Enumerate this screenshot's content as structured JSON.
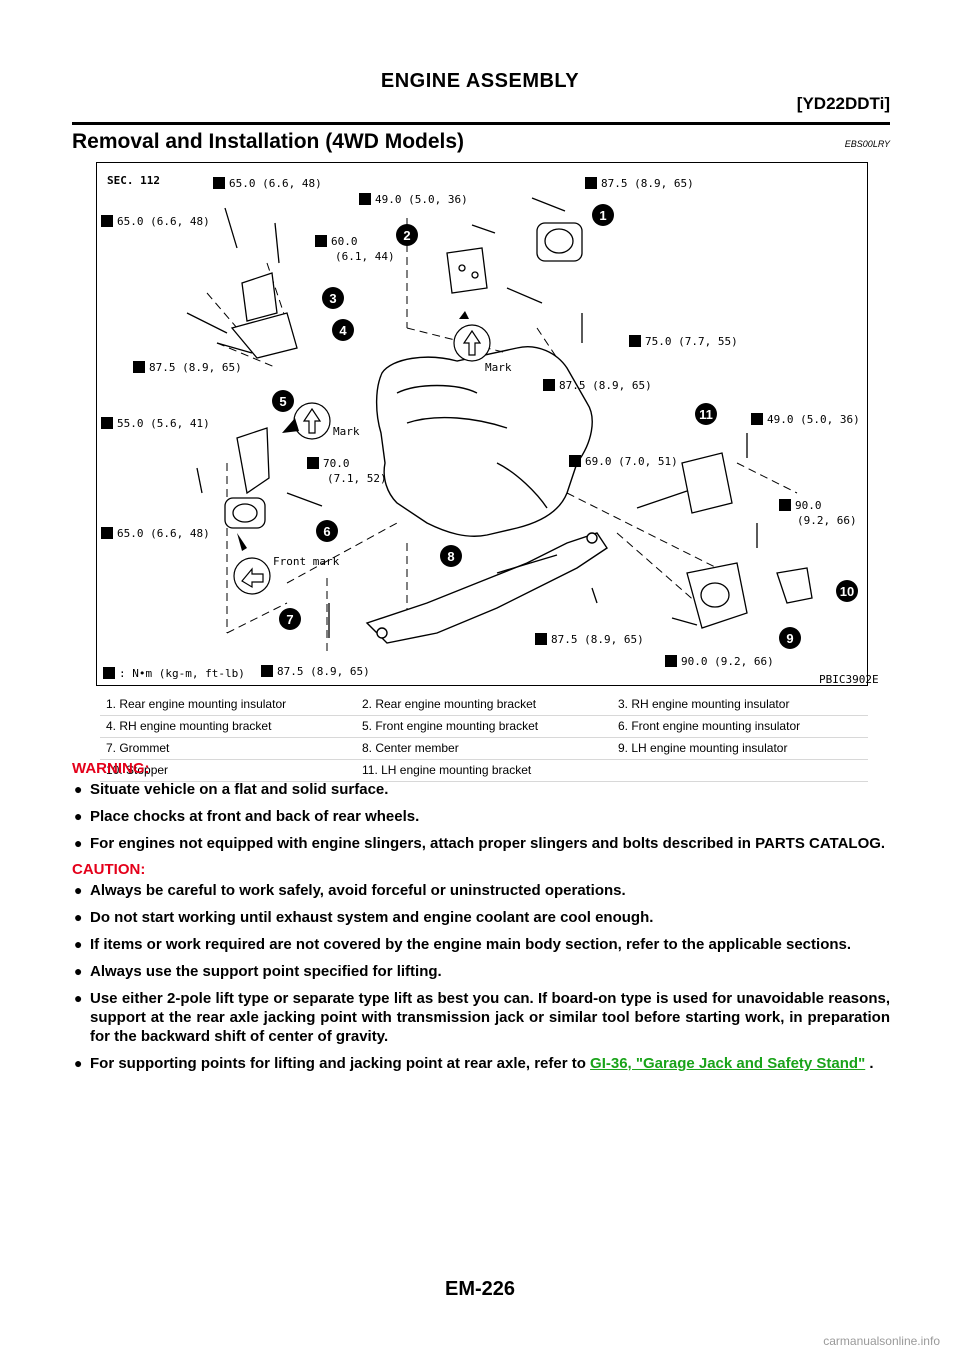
{
  "header": {
    "title": "ENGINE ASSEMBLY",
    "engine_code": "[YD22DDTi]"
  },
  "section": {
    "title": "Removal and Installation (4WD Models)",
    "code": "EBS00LRY"
  },
  "figure": {
    "sec_label": "SEC. 112",
    "figure_id": "PBIC3902E",
    "unit_legend": ": N•m (kg-m, ft-lb)",
    "torques": [
      "65.0 (6.6, 48)",
      "49.0 (5.0, 36)",
      "87.5 (8.9, 65)",
      "65.0 (6.6, 48)",
      "60.0",
      "(6.1, 44)",
      "87.5 (8.9, 65)",
      "75.0 (7.7, 55)",
      "87.5 (8.9, 65)",
      "55.0 (5.6, 41)",
      "70.0",
      "(7.1, 52)",
      "69.0 (7.0, 51)",
      "49.0 (5.0, 36)",
      "90.0",
      "(9.2, 66)",
      "65.0 (6.6, 48)",
      "87.5 (8.9, 65)",
      "90.0 (9.2, 66)",
      "87.5 (8.9, 65)"
    ],
    "marks": [
      "Mark",
      "Mark",
      "Front mark"
    ],
    "callouts": [
      "1",
      "2",
      "3",
      "4",
      "5",
      "6",
      "7",
      "8",
      "9",
      "10",
      "11"
    ]
  },
  "legend": [
    [
      "1. Rear engine mounting insulator",
      "2. Rear engine mounting bracket",
      "3. RH engine mounting insulator"
    ],
    [
      "4. RH engine mounting bracket",
      "5. Front engine mounting bracket",
      "6. Front engine mounting insulator"
    ],
    [
      "7. Grommet",
      "8. Center member",
      "9. LH engine mounting insulator"
    ],
    [
      "10. Stopper",
      "11. LH engine mounting bracket",
      ""
    ]
  ],
  "warning": {
    "label": "WARNING:",
    "items": [
      "Situate vehicle on a flat and solid surface.",
      "Place chocks at front and back of rear wheels.",
      "For engines not equipped with engine slingers, attach proper slingers and bolts described in PARTS CATALOG."
    ]
  },
  "caution": {
    "label": "CAUTION:",
    "items": [
      "Always be careful to work safely, avoid forceful or uninstructed operations.",
      "Do not start working until exhaust system and engine coolant are cool enough.",
      "If items or work required are not covered by the engine main body section, refer to the applicable sections.",
      "Always use the support point specified for lifting.",
      "Use either 2-pole lift type or separate type lift as best you can. If board-on type is used for unavoidable reasons, support at the rear axle jacking point with transmission jack or similar tool before starting work, in preparation for the backward shift of center of gravity."
    ],
    "last_item_prefix": "For supporting points for lifting and jacking point at rear axle, refer to ",
    "last_item_link": "GI-36, \"Garage Jack and Safety Stand\"",
    "last_item_suffix": " ."
  },
  "footer": {
    "page_number": "EM-226",
    "watermark": "carmanualsonline.info"
  }
}
